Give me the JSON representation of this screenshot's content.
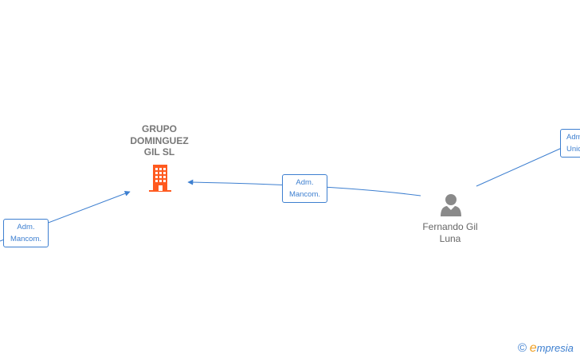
{
  "nodes": {
    "company": {
      "name_lines": [
        "GRUPO",
        "DOMINGUEZ",
        "GIL  SL"
      ],
      "icon": "building-icon",
      "color": "#ff5a1f"
    },
    "person": {
      "name_lines": [
        "Fernando Gil",
        "Luna"
      ],
      "icon": "person-icon",
      "color": "#8a8a8a"
    }
  },
  "edge_labels": {
    "center": [
      "Adm.",
      "Mancom."
    ],
    "left": [
      "Adm.",
      "Mancom."
    ],
    "right": [
      "Adm.",
      "Unic"
    ]
  },
  "brand": {
    "copyright": "©",
    "initial": "e",
    "rest": "mpresia"
  },
  "colors": {
    "edge": "#3d7fd0",
    "text": "#777777"
  }
}
